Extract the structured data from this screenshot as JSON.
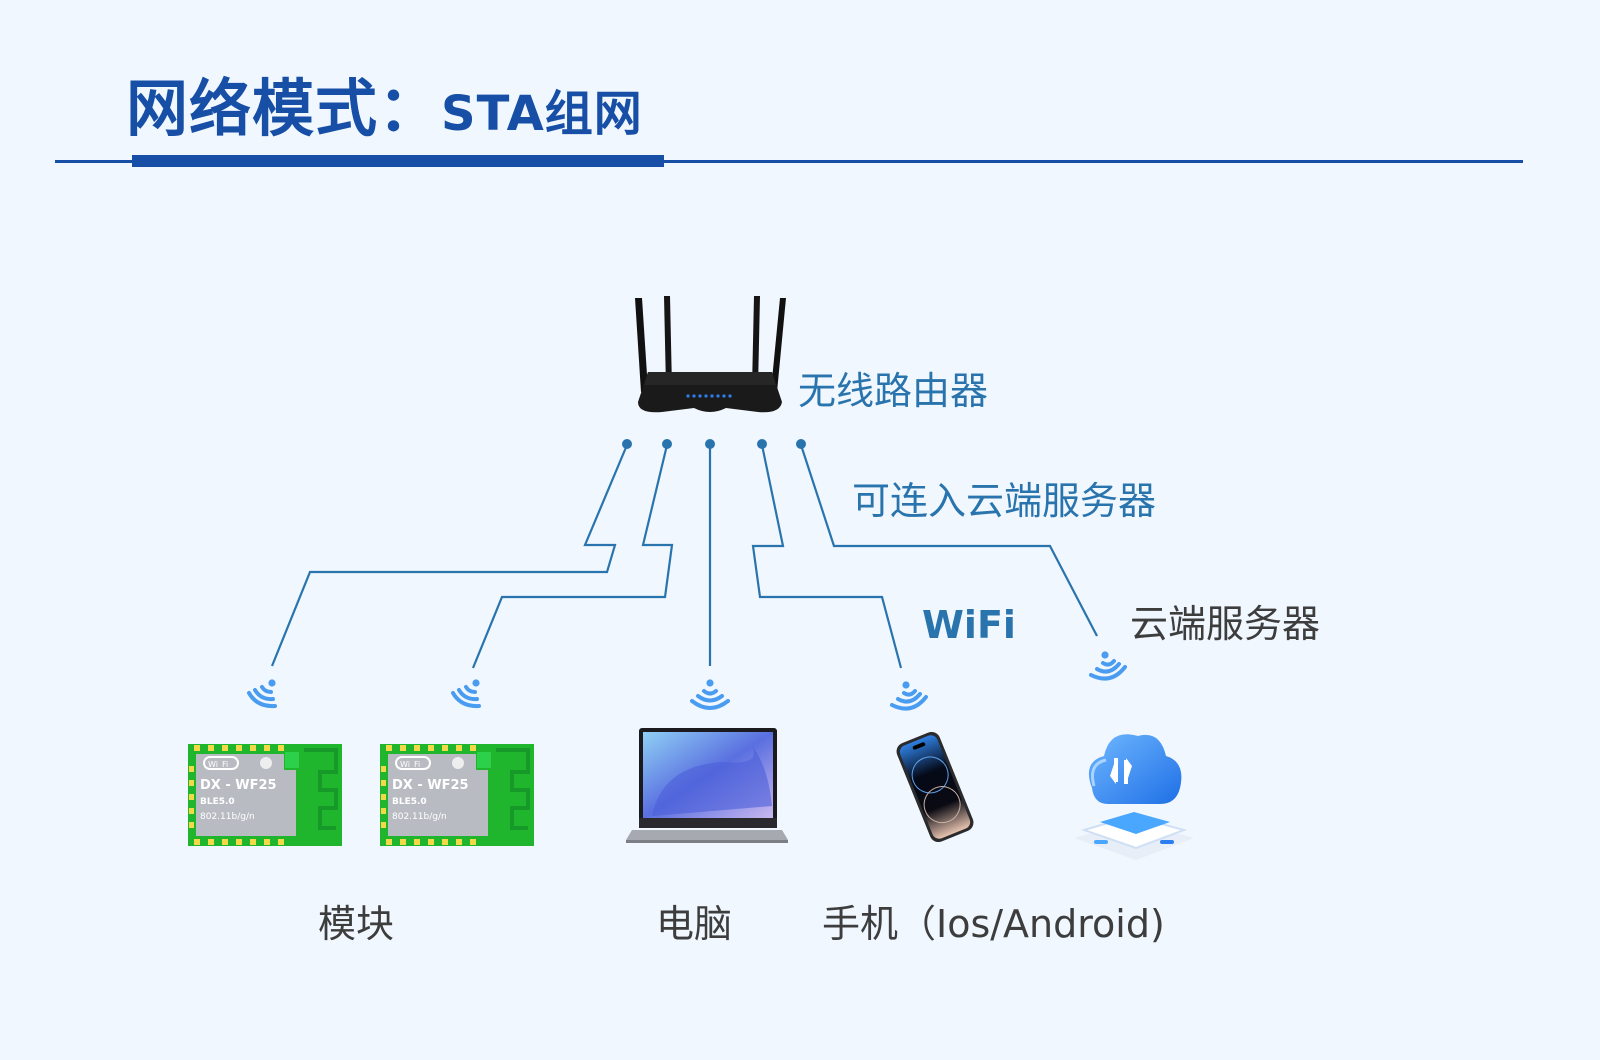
{
  "title": {
    "main": "网络模式：",
    "sub": "STA组网"
  },
  "colors": {
    "accent": "#174ea6",
    "line": "#2a74ad",
    "wifi_signal": "#4a9cf0",
    "background": "#f0f7ff",
    "label_dark": "#3d3d3d"
  },
  "router": {
    "icon": "router-icon",
    "label": "无线路由器"
  },
  "annotations": {
    "cloud_capable": "可连入云端服务器",
    "wifi": "WiFi"
  },
  "devices": [
    {
      "icon": "wifi-module-icon",
      "chip_model": "DX - WF25",
      "chip_ble": "BLE5.0",
      "chip_std": "802.11b/g/n",
      "chip_badge_left": "Wi",
      "chip_badge_right": "Fi"
    },
    {
      "icon": "wifi-module-icon",
      "chip_model": "DX - WF25",
      "chip_ble": "BLE5.0",
      "chip_std": "802.11b/g/n",
      "chip_badge_left": "Wi",
      "chip_badge_right": "Fi"
    },
    {
      "icon": "laptop-icon"
    },
    {
      "icon": "smartphone-icon"
    },
    {
      "icon": "cloud-server-icon",
      "label": "云端服务器"
    }
  ],
  "bottom_labels": {
    "module": "模块",
    "computer": "电脑",
    "phone": "手机（Ios/Android)"
  }
}
